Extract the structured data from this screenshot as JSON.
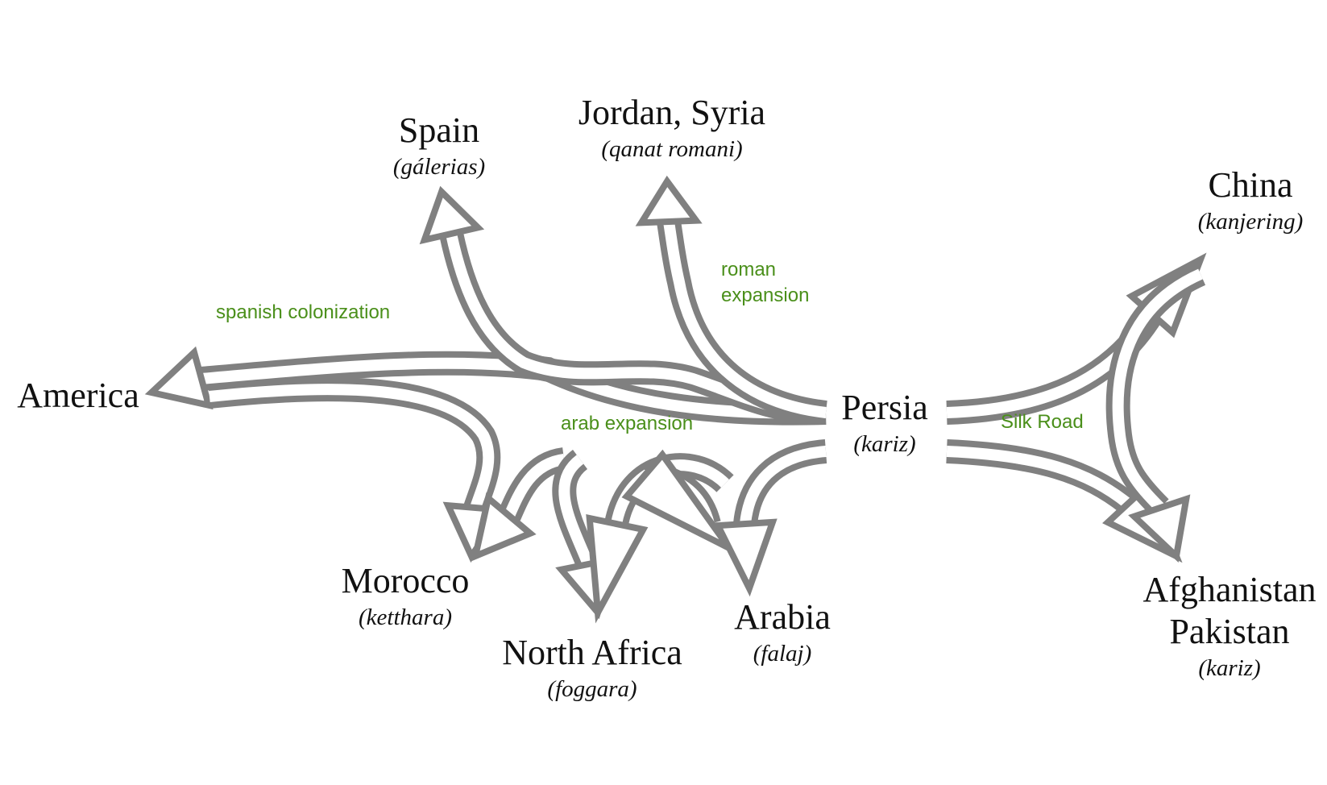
{
  "colors": {
    "arrow_fill": "#ffffff",
    "arrow_outline": "#808080",
    "route_text": "#4a8f1a",
    "text": "#111111"
  },
  "nodes": {
    "persia": {
      "name": "Persia",
      "local": "(kariz)"
    },
    "america": {
      "name": "America"
    },
    "spain": {
      "name": "Spain",
      "local": "(gálerias)"
    },
    "jordan_syria": {
      "name": "Jordan, Syria",
      "local": "(qanat romani)"
    },
    "china": {
      "name": "China",
      "local": "(kanjering)"
    },
    "morocco": {
      "name": "Morocco",
      "local": "(ketthara)"
    },
    "north_africa": {
      "name": "North Africa",
      "local": "(foggara)"
    },
    "arabia": {
      "name": "Arabia",
      "local": "(falaj)"
    },
    "afghanistan_pakistan": {
      "name": "Afghanistan",
      "name2": "Pakistan",
      "local": "(kariz)"
    }
  },
  "routes": {
    "spanish": "spanish colonization",
    "roman_line1": "roman",
    "roman_line2": "expansion",
    "arab": "arab expansion",
    "silk": "Silk Road"
  }
}
